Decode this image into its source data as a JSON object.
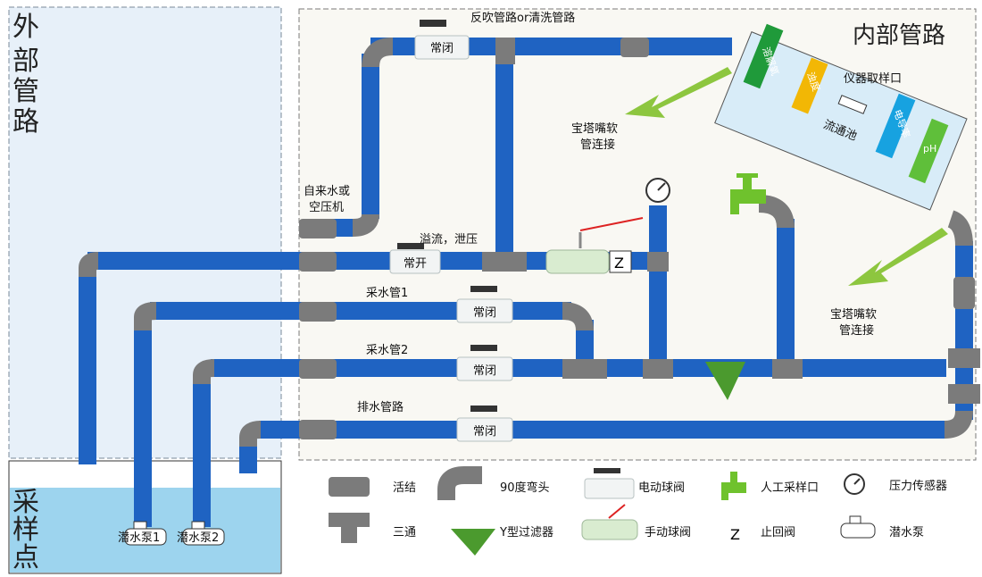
{
  "regions": {
    "external": "外部管路",
    "internal": "内部管路",
    "sampling": "采样点"
  },
  "pipe_labels": {
    "backflush": "反吹管路or清洗管路",
    "tap_water": "自来水或",
    "air_compressor": "空压机",
    "overflow": "溢流，泄压",
    "sampling_pipe1": "采水管1",
    "sampling_pipe2": "采水管2",
    "drain": "排水管路",
    "hose_connect": "宝塔嘴软",
    "hose_connect2": "管连接",
    "instrument_port": "仪器取样口",
    "flow_cell": "流通池"
  },
  "valves": {
    "normally_closed": "常闭",
    "normally_open": "常开"
  },
  "pumps": {
    "pump1": "潜水泵1",
    "pump2": "潜水泵2"
  },
  "sensors": [
    "溶解氧",
    "浊度",
    "电导率",
    "pH"
  ],
  "sensor_colors": [
    "#1f9a3a",
    "#f2b705",
    "#17a2e0",
    "#5fbf3a"
  ],
  "legend": {
    "union": "活结",
    "elbow": "90度弯头",
    "electric_ball_valve": "电动球阀",
    "manual_sampling_port": "人工采样口",
    "pressure_sensor": "压力传感器",
    "tee": "三通",
    "y_filter": "Y型过滤器",
    "manual_ball_valve": "手动球阀",
    "check_valve": "止回阀",
    "submersible_pump": "潜水泵"
  },
  "colors": {
    "pipe": "#1f63c2",
    "fitting": "#7b7b7b",
    "filter": "#4b9a2e",
    "arrow": "#8dc63f",
    "water": "#9dd4ee",
    "external_bg": "#e7f0f9"
  }
}
